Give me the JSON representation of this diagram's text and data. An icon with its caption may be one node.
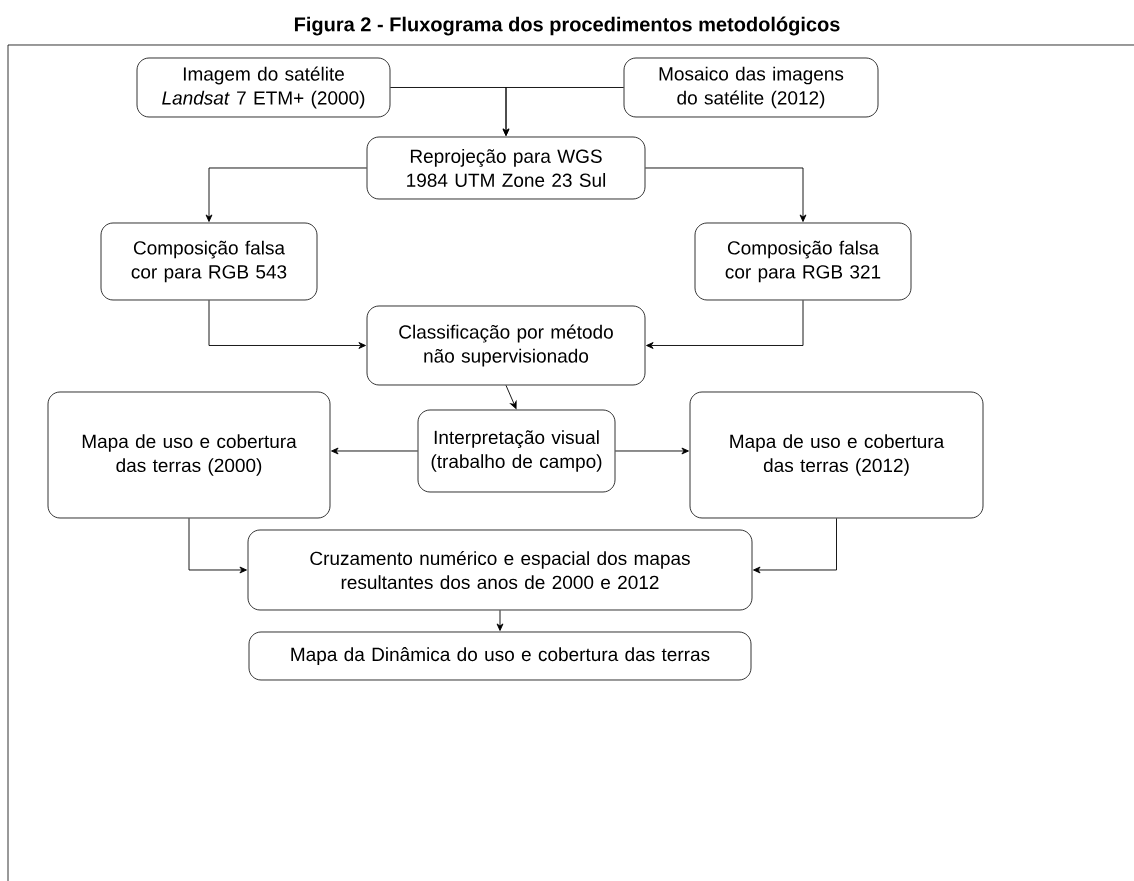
{
  "diagram": {
    "title": "Figura 2 - Fluxograma dos procedimentos metodológicos",
    "nodes": [
      {
        "text": [
          "Imagem do satélite *Landsat* 7 ETM+ (2000)"
        ]
      },
      {
        "text": [
          "Mosaico das imagens do satélite (2012)"
        ]
      },
      {
        "text": [
          "Reprojeção para WGS 1984 UTM Zone 23 Sul"
        ]
      },
      {
        "text": [
          "Composição falsa cor para RGB 543"
        ]
      },
      {
        "text": [
          "Composição falsa cor para RGB 321"
        ]
      },
      {
        "text": [
          "Classificação por método não supervisionado"
        ]
      },
      {
        "text": [
          "Mapa de uso e cobertura das terras (2000)"
        ]
      },
      {
        "text": [
          "Interpretação visual (trabalho de campo)"
        ]
      },
      {
        "text": [
          "Mapa de uso e cobertura das terras (2012)"
        ]
      },
      {
        "text": [
          "Cruzamento numérico e espacial dos mapas resultantes dos anos de 2000 e 2012"
        ]
      },
      {
        "text": [
          "Mapa da Dinâmica do uso e cobertura das terras"
        ]
      }
    ],
    "edges": [
      {
        "from": 0,
        "to": 2,
        "arrow": "to"
      },
      {
        "from": 1,
        "to": 2,
        "arrow": "to"
      },
      {
        "from": 2,
        "to": 3,
        "arrow": "to"
      },
      {
        "from": 2,
        "to": 4,
        "arrow": "to"
      },
      {
        "from": 3,
        "to": 5,
        "arrow": "to"
      },
      {
        "from": 4,
        "to": 5,
        "arrow": "to"
      },
      {
        "from": 5,
        "to": 7,
        "arrow": "to"
      },
      {
        "from": 7,
        "to": 6,
        "arrow": "to"
      },
      {
        "from": 7,
        "to": 8,
        "arrow": "to"
      },
      {
        "from": 6,
        "to": 9,
        "arrow": "to"
      },
      {
        "from": 8,
        "to": 9,
        "arrow": "to"
      },
      {
        "from": 9,
        "to": 10,
        "arrow": "to"
      }
    ]
  }
}
